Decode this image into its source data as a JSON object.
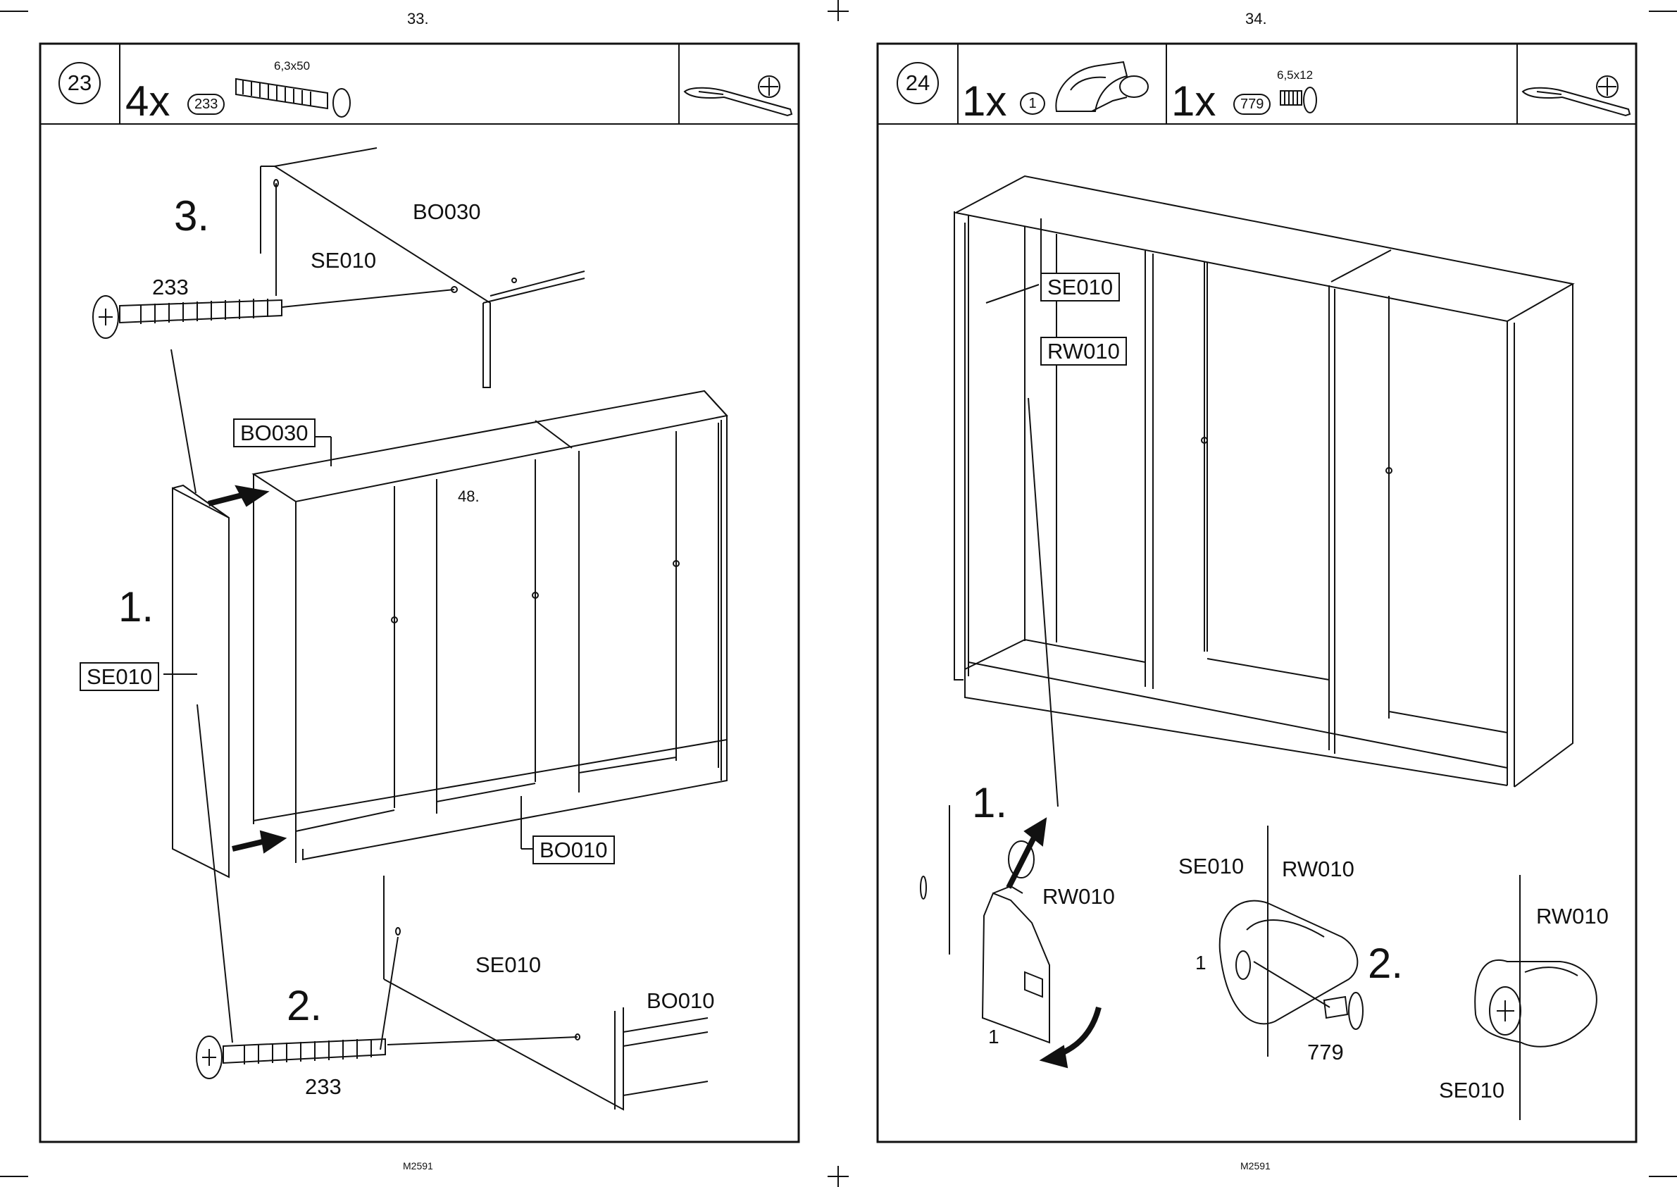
{
  "pages": [
    {
      "page_number": "33.",
      "footer": "M2591",
      "step": "23",
      "parts": [
        {
          "qty": "4x",
          "part_no": "233",
          "spec": "6,3x50"
        }
      ],
      "callouts": {
        "sub1": "1.",
        "sub2": "2.",
        "sub3": "3.",
        "bo030_top": "BO030",
        "se010_top": "SE010",
        "screw_top": "233",
        "bo030_box": "BO030",
        "num48": "48.",
        "se010_box": "SE010",
        "bo010_box": "BO010",
        "se010_bottom": "SE010",
        "bo010_bottom": "BO010",
        "screw_bottom": "233"
      }
    },
    {
      "page_number": "34.",
      "footer": "M2591",
      "step": "24",
      "parts": [
        {
          "qty": "1x",
          "part_no": "1",
          "spec": ""
        },
        {
          "qty": "1x",
          "part_no": "779",
          "spec": "6,5x12"
        }
      ],
      "callouts": {
        "se010_box": "SE010",
        "rw010_box": "RW010",
        "sub1": "1.",
        "rw010_a": "RW010",
        "part1_a": "1",
        "se010_mid": "SE010",
        "rw010_mid": "RW010",
        "part1_mid": "1",
        "sub2": "2.",
        "screw_mid": "779",
        "rw010_right": "RW010",
        "se010_right": "SE010"
      }
    }
  ]
}
